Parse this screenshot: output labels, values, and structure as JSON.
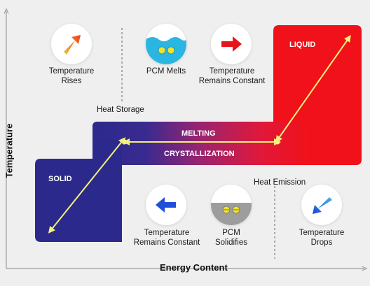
{
  "axes": {
    "y_label": "Temperature",
    "x_label": "Energy Content"
  },
  "phases": {
    "solid": "SOLID",
    "liquid": "LIQUID",
    "melting": "MELTING",
    "crystallization": "CRYSTALLIZATION"
  },
  "annotations": {
    "heat_storage": "Heat Storage",
    "heat_emission": "Heat Emission"
  },
  "top_icons": [
    {
      "icon": "orange-up-arrow-icon",
      "label": "Temperature Rises"
    },
    {
      "icon": "pcm-melting-icon",
      "label": "PCM Melts"
    },
    {
      "icon": "red-right-arrow-icon",
      "label": "Temperature Remains Constant"
    }
  ],
  "bottom_icons": [
    {
      "icon": "blue-left-arrow-icon",
      "label": "Temperature Remains Constant"
    },
    {
      "icon": "pcm-solid-icon",
      "label": "PCM Solidifies"
    },
    {
      "icon": "blue-down-arrow-icon",
      "label": "Temperature Drops"
    }
  ],
  "colors": {
    "solid": "#2b2a8c",
    "liquid": "#f1111a",
    "arrow": "#f4f07a"
  }
}
